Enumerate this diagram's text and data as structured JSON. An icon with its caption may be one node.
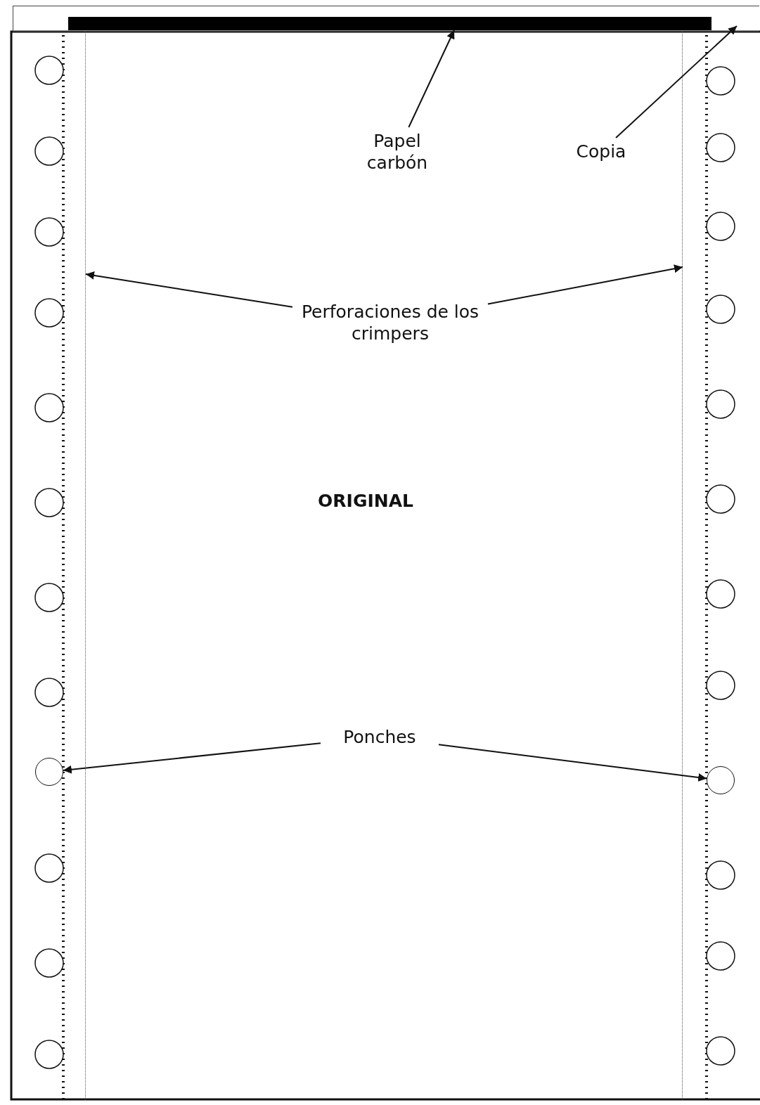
{
  "diagram": {
    "nodes": [
      {
        "text": [
          "Papel carbón"
        ]
      },
      {
        "text": [],
        "shape": "bar",
        "in": 3
      },
      {
        "text": [
          "Copia"
        ]
      },
      {
        "text": [],
        "shape": "box"
      },
      {
        "text": [
          "Perforaciones de los crimpers"
        ]
      },
      {
        "text": [],
        "shape": "line"
      },
      {
        "text": [],
        "shape": "line"
      },
      {
        "text": [
          "Ponches"
        ]
      },
      {
        "text": [],
        "shape": "circle"
      },
      {
        "text": [],
        "shape": "circle"
      }
    ],
    "edges": [
      {
        "from": 0,
        "to": 1,
        "arrow": "to"
      },
      {
        "from": 2,
        "to": 3,
        "arrow": "to"
      },
      {
        "from": 4,
        "to": 5,
        "arrow": "to"
      },
      {
        "from": 4,
        "to": 6,
        "arrow": "to"
      },
      {
        "from": 7,
        "to": 8,
        "arrow": "to"
      },
      {
        "from": 7,
        "to": 9,
        "arrow": "to"
      }
    ],
    "labels": [
      "ORIGINAL"
    ]
  }
}
